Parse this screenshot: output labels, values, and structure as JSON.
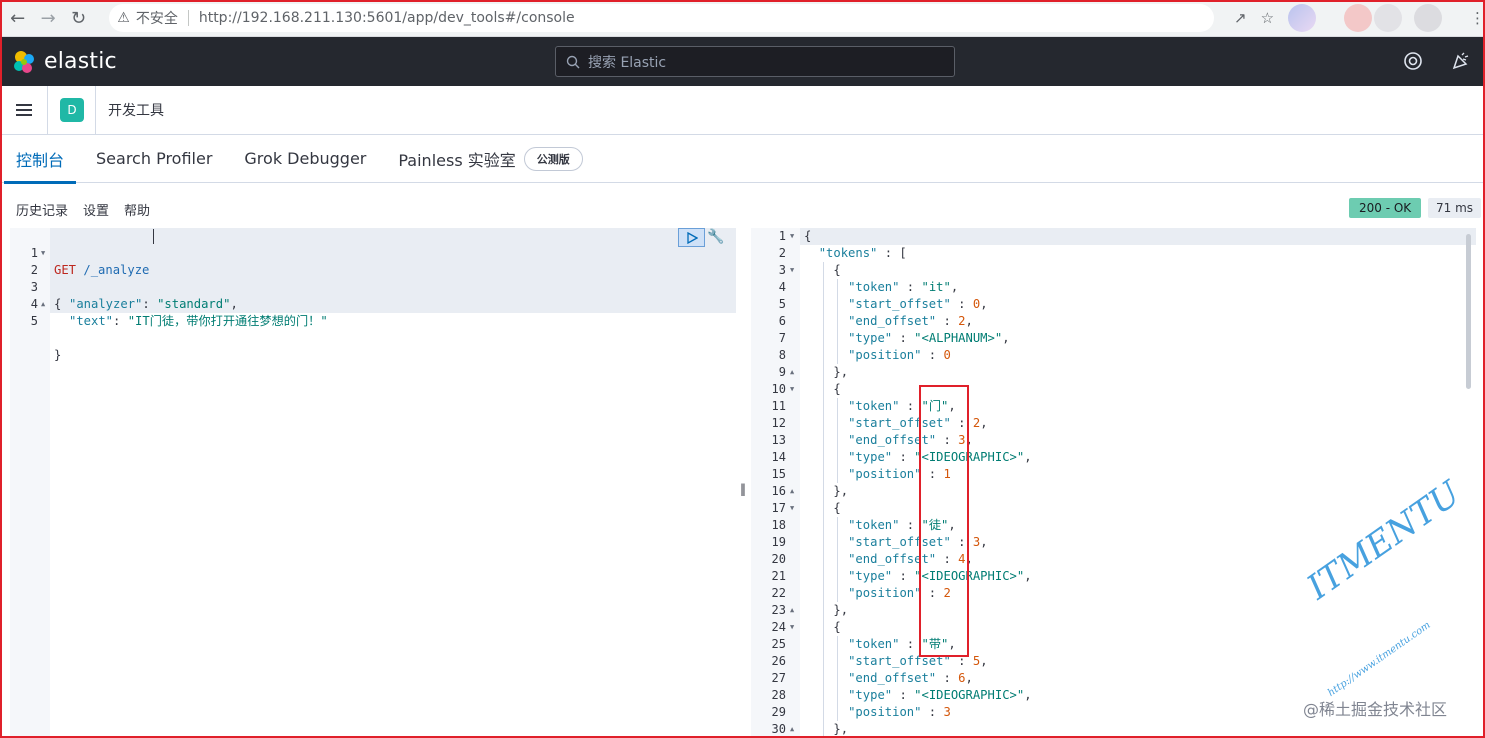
{
  "browser": {
    "insecure_label": "不安全",
    "url": "http://192.168.211.130:5601/app/dev_tools#/console"
  },
  "header": {
    "brand": "elastic",
    "search_placeholder": "搜索 Elastic"
  },
  "breadcrumb": {
    "space_initial": "D",
    "page": "开发工具"
  },
  "tabs": {
    "console": "控制台",
    "search_profiler": "Search Profiler",
    "grok": "Grok Debugger",
    "painless": "Painless 实验室",
    "painless_badge": "公测版"
  },
  "toolbar": {
    "history": "历史记录",
    "settings": "设置",
    "help": "帮助",
    "status": "200 - OK",
    "time": "71 ms"
  },
  "request": {
    "line_numbers": [
      "1",
      "2",
      "3",
      "4",
      "5"
    ],
    "method": "GET",
    "path": "/_analyze",
    "open_brace": "{",
    "analyzer_key": "\"analyzer\"",
    "analyzer_value": "\"standard\"",
    "text_key": "\"text\"",
    "text_value": "\"IT门徒，带你打开通往梦想的门！\"",
    "close_brace": "}"
  },
  "response": {
    "line_numbers": [
      "1",
      "2",
      "3",
      "4",
      "5",
      "6",
      "7",
      "8",
      "9",
      "10",
      "11",
      "12",
      "13",
      "14",
      "15",
      "16",
      "17",
      "18",
      "19",
      "20",
      "21",
      "22",
      "23",
      "24",
      "25",
      "26",
      "27",
      "28",
      "29",
      "30"
    ],
    "tokens_key": "\"tokens\"",
    "tokens": [
      {
        "token": "\"it\"",
        "start_offset": "0",
        "end_offset": "2",
        "type": "\"<ALPHANUM>\"",
        "position": "0"
      },
      {
        "token": "\"门\"",
        "start_offset": "2",
        "end_offset": "3",
        "type": "\"<IDEOGRAPHIC>\"",
        "position": "1"
      },
      {
        "token": "\"徒\"",
        "start_offset": "3",
        "end_offset": "4",
        "type": "\"<IDEOGRAPHIC>\"",
        "position": "2"
      },
      {
        "token": "\"带\"",
        "start_offset": "5",
        "end_offset": "6",
        "type": "\"<IDEOGRAPHIC>\"",
        "position": "3"
      }
    ],
    "keys": {
      "token": "\"token\"",
      "start_offset": "\"start_offset\"",
      "end_offset": "\"end_offset\"",
      "type": "\"type\"",
      "position": "\"position\""
    }
  },
  "watermark": {
    "brand": "ITMENTU",
    "url": "http://www.itmentu.com",
    "credit": "@稀土掘金技术社区"
  }
}
